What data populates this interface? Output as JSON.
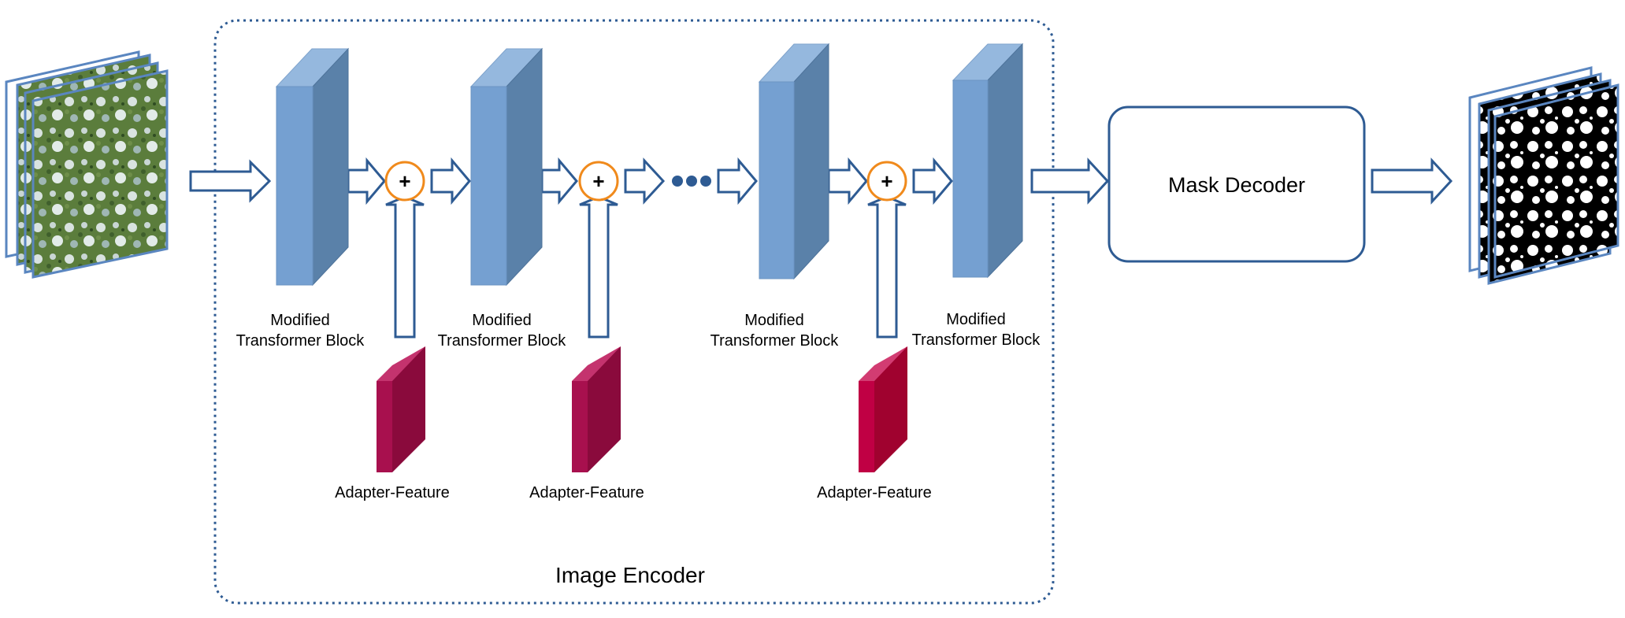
{
  "colors": {
    "block_front": "#75a0d1",
    "block_side": "#5a81a9",
    "block_top": "#95b8de",
    "adapter_front": "#a8104e",
    "adapter_side": "#8a0a3c",
    "adapter_top": "#c4336e",
    "arrow_stroke": "#2e5b93",
    "plus_circle": "#f08a1c",
    "encoder_border": "#2e5b93",
    "decoder_border": "#2e5b93",
    "dots": "#2e5b93",
    "mask_black": "#000000",
    "satellite_green": "#5a7a3a"
  },
  "encoder": {
    "title": "Image Encoder",
    "blocks": [
      {
        "line1": "Modified",
        "line2": "Transformer Block"
      },
      {
        "line1": "Modified",
        "line2": "Transformer Block"
      },
      {
        "line1": "Modified",
        "line2": "Transformer Block"
      },
      {
        "line1": "Modified",
        "line2": "Transformer Block"
      }
    ],
    "adapters": [
      {
        "label": "Adapter-Feature"
      },
      {
        "label": "Adapter-Feature"
      },
      {
        "label": "Adapter-Feature"
      }
    ],
    "plus_symbol": "+"
  },
  "decoder": {
    "label": "Mask Decoder"
  },
  "icons": {
    "input": "satellite-image-stack-icon",
    "output": "binary-mask-stack-icon",
    "ellipsis": "ellipsis-dots-icon"
  }
}
